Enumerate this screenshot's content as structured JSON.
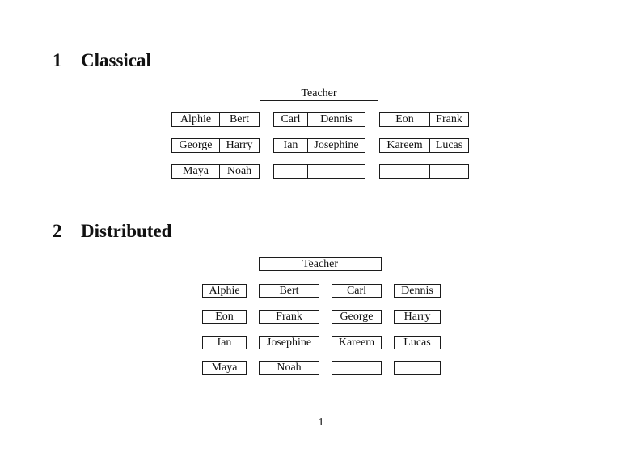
{
  "page": {
    "number_label": "1"
  },
  "colors": {
    "line": "#1c1c1c",
    "text": "#111111",
    "background": "#ffffff"
  },
  "sections": [
    {
      "number": "1",
      "title": "Classical",
      "teacher_label": "Teacher",
      "desk_groups": [
        {
          "rows": [
            [
              "Alphie",
              "Bert"
            ],
            [
              "George",
              "Harry"
            ],
            [
              "Maya",
              "Noah"
            ]
          ]
        },
        {
          "rows": [
            [
              "Carl",
              "Dennis"
            ],
            [
              "Ian",
              "Josephine"
            ],
            [
              "",
              ""
            ]
          ]
        },
        {
          "rows": [
            [
              "Eon",
              "Frank"
            ],
            [
              "Kareem",
              "Lucas"
            ],
            [
              "",
              ""
            ]
          ]
        }
      ]
    },
    {
      "number": "2",
      "title": "Distributed",
      "teacher_label": "Teacher",
      "desk_rows": [
        [
          "Alphie",
          "Bert",
          "Carl",
          "Dennis"
        ],
        [
          "Eon",
          "Frank",
          "George",
          "Harry"
        ],
        [
          "Ian",
          "Josephine",
          "Kareem",
          "Lucas"
        ],
        [
          "Maya",
          "Noah",
          "",
          ""
        ]
      ]
    }
  ]
}
